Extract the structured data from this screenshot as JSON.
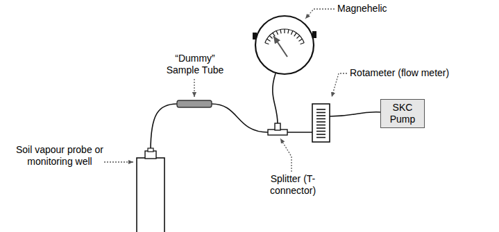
{
  "diagram": {
    "nodes": [
      {
        "text": [
          "SKC Pump"
        ]
      }
    ],
    "labels": [
      "Magnehelic",
      "“Dummy” Sample Tube",
      "Rotameter (flow meter)",
      "Soil vapour probe or monitoring well",
      "Splitter (T-connector)"
    ]
  }
}
